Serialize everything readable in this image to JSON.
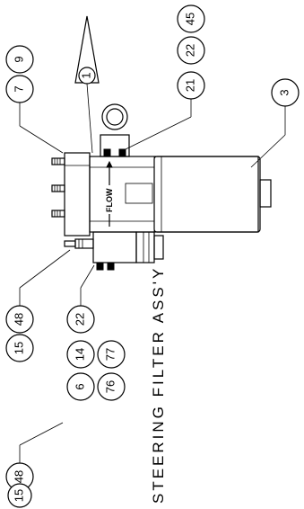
{
  "title": "STEERING FILTER ASS'Y",
  "flow_label": "FLOW",
  "callouts": [
    {
      "id": "c9",
      "label": "9"
    },
    {
      "id": "c7",
      "label": "7"
    },
    {
      "id": "c1",
      "label": "1"
    },
    {
      "id": "c45",
      "label": "45"
    },
    {
      "id": "c22a",
      "label": "22"
    },
    {
      "id": "c21",
      "label": "21"
    },
    {
      "id": "c3",
      "label": "3"
    },
    {
      "id": "c48a",
      "label": "48"
    },
    {
      "id": "c15a",
      "label": "15"
    },
    {
      "id": "c22b",
      "label": "22"
    },
    {
      "id": "c14",
      "label": "14"
    },
    {
      "id": "c6",
      "label": "6"
    },
    {
      "id": "c77",
      "label": "77"
    },
    {
      "id": "c76",
      "label": "76"
    },
    {
      "id": "c48b",
      "label": "48"
    },
    {
      "id": "c15b",
      "label": "15"
    }
  ]
}
